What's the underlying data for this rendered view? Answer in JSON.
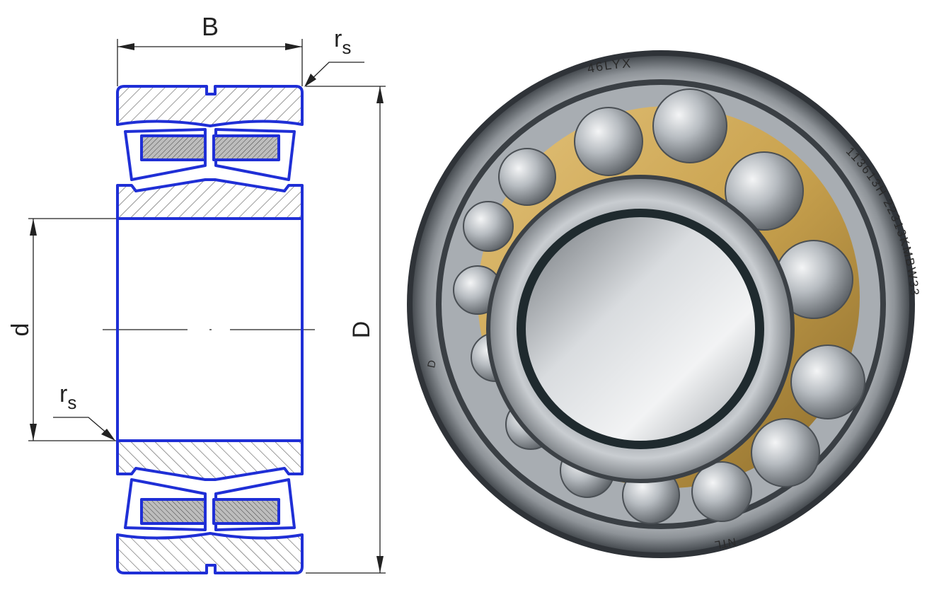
{
  "drawing": {
    "width_label": "B",
    "bore_label": "d",
    "outer_label": "D",
    "radius_label_main": "r",
    "radius_label_sub": "s"
  },
  "photo": {
    "marking_top": "46LYX",
    "marking_right": "113613H 22313KMBW33",
    "marking_left": "D",
    "marking_bottom": "NTL"
  },
  "colors": {
    "outline": "#1f2fd6",
    "dimension": "#222222",
    "steel_dark": "#3a3f44",
    "steel_light": "#c9cdd1",
    "brass": "#c9a24e"
  }
}
